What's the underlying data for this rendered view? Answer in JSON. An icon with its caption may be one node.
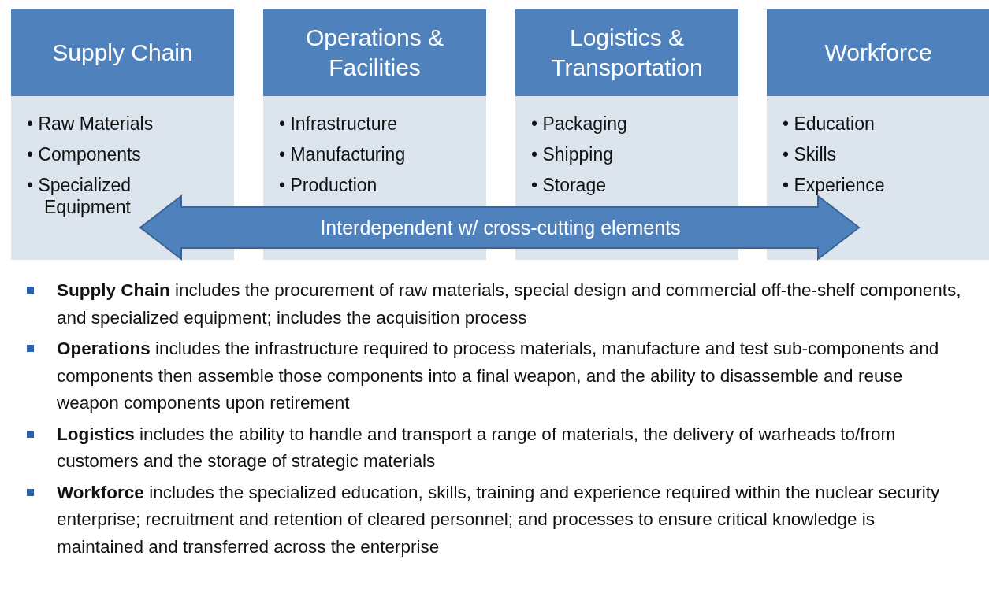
{
  "diagram": {
    "nodes": [
      {
        "text": [
          "Supply Chain",
          "• Raw Materials",
          "• Components",
          "• Specialized Equipment"
        ]
      },
      {
        "text": [
          "Operations & Facilities",
          "• Infrastructure",
          "• Manufacturing",
          "• Production"
        ]
      },
      {
        "text": [
          "Logistics & Transportation",
          "• Packaging",
          "• Shipping",
          "• Storage"
        ]
      },
      {
        "text": [
          "Workforce",
          "• Education",
          "• Skills",
          "• Experience"
        ]
      }
    ],
    "edges": [
      {
        "from": 0,
        "to": 3,
        "arrow": "both",
        "label": "Interdependent w/ cross-cutting elements",
        "style": "thick"
      }
    ],
    "labels": [
      "**Supply Chain** includes the procurement of raw materials, special design and commercial off-the-shelf components, and specialized equipment; includes the acquisition process",
      "**Operations** includes the infrastructure required to process materials, manufacture and test sub-components and components then assemble those components into a final weapon, and the ability to disassemble and reuse weapon components upon retirement",
      "**Logistics** includes the ability to handle and transport a range of materials, the delivery of warheads to/from customers and the storage of strategic materials",
      "**Workforce** includes the specialized education, skills, training and experience required within the nuclear security enterprise; recruitment and retention of cleared personnel; and processes to ensure critical knowledge is maintained and transferred across the enterprise"
    ]
  }
}
